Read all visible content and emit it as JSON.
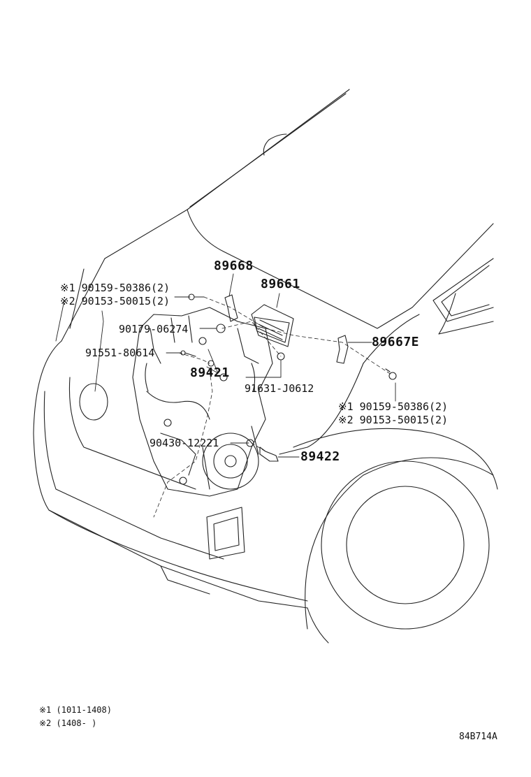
{
  "callouts": {
    "p89668": "89668",
    "p89661": "89661",
    "p89667E": "89667E",
    "p89421": "89421",
    "p89422": "89422",
    "p90179": "90179-06274",
    "p91551": "91551-80614",
    "p91631": "91631-J0612",
    "p90430": "90430-12221",
    "top_left_1": "※1 90159-50386(2)",
    "top_left_2": "※2 90153-50015(2)",
    "right_1": "※1 90159-50386(2)",
    "right_2": "※2 90153-50015(2)"
  },
  "notes": {
    "n1": "※1 (1011-1408)",
    "n2": "※2 (1408-     )"
  },
  "reference_code": "84B714A"
}
